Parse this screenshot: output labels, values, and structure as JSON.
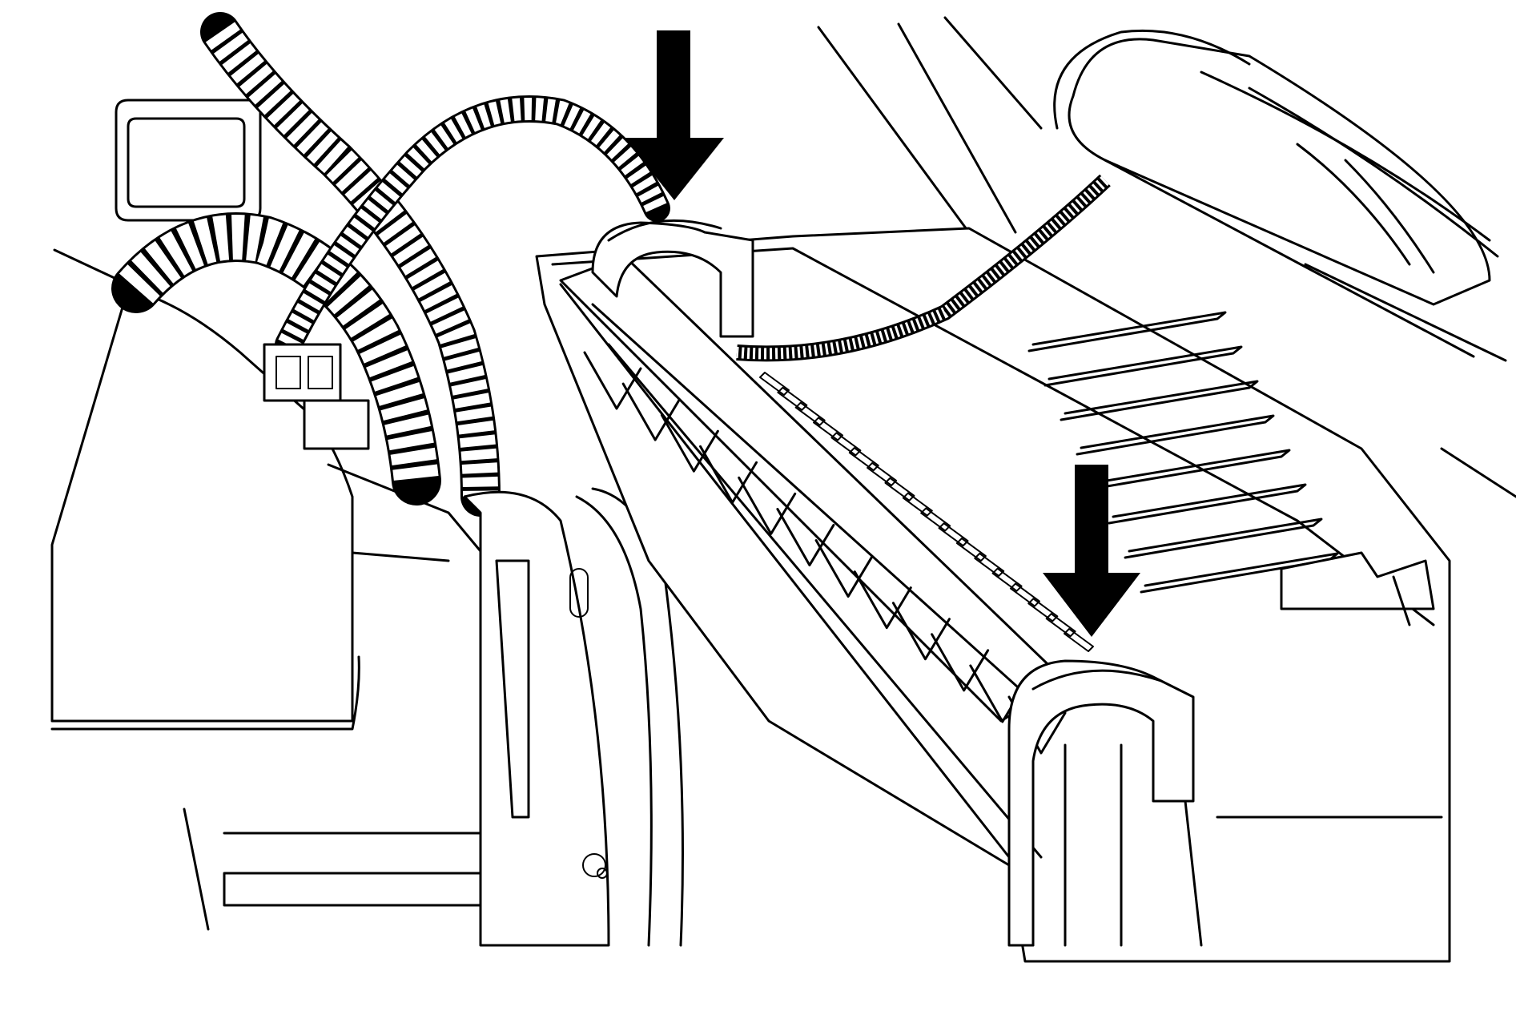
{
  "figure": {
    "type": "line-art service illustration",
    "background": "#ffffff",
    "line_color": "#000000"
  },
  "components": [
    "left-corrugated-harness",
    "center-corrugated-harness",
    "rear-ribbed-hose",
    "air-duct-housing",
    "filter-housing",
    "filter-element",
    "retaining-clip-upper",
    "retaining-clip-lower",
    "right-cylinder-housing"
  ],
  "callouts": [
    {
      "id": "arrow-upper",
      "direction": "down",
      "target": "retaining-clip-upper"
    },
    {
      "id": "arrow-lower",
      "direction": "down",
      "target": "retaining-clip-lower"
    }
  ]
}
